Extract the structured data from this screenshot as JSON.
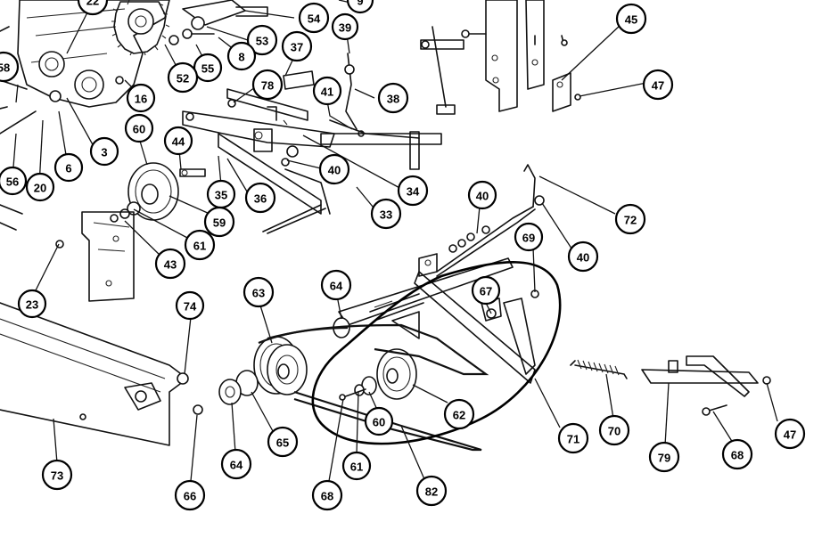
{
  "diagram": {
    "callouts": [
      {
        "id": "c22",
        "label": "22"
      },
      {
        "id": "c54",
        "label": "54"
      },
      {
        "id": "c9",
        "label": "9"
      },
      {
        "id": "c45",
        "label": "45"
      },
      {
        "id": "c58",
        "label": "58"
      },
      {
        "id": "c53",
        "label": "53"
      },
      {
        "id": "c37",
        "label": "37"
      },
      {
        "id": "c39",
        "label": "39"
      },
      {
        "id": "c8",
        "label": "8"
      },
      {
        "id": "c55",
        "label": "55"
      },
      {
        "id": "c52",
        "label": "52"
      },
      {
        "id": "c16",
        "label": "16"
      },
      {
        "id": "c78",
        "label": "78"
      },
      {
        "id": "c41",
        "label": "41"
      },
      {
        "id": "c38",
        "label": "38"
      },
      {
        "id": "c47a",
        "label": "47"
      },
      {
        "id": "c60a",
        "label": "60"
      },
      {
        "id": "c3",
        "label": "3"
      },
      {
        "id": "c44",
        "label": "44"
      },
      {
        "id": "c56",
        "label": "56"
      },
      {
        "id": "c20",
        "label": "20"
      },
      {
        "id": "c6",
        "label": "6"
      },
      {
        "id": "c40a",
        "label": "40"
      },
      {
        "id": "c34",
        "label": "34"
      },
      {
        "id": "c35",
        "label": "35"
      },
      {
        "id": "c36",
        "label": "36"
      },
      {
        "id": "c33",
        "label": "33"
      },
      {
        "id": "c59",
        "label": "59"
      },
      {
        "id": "c40b",
        "label": "40"
      },
      {
        "id": "c72",
        "label": "72"
      },
      {
        "id": "c61a",
        "label": "61"
      },
      {
        "id": "c43",
        "label": "43"
      },
      {
        "id": "c69",
        "label": "69"
      },
      {
        "id": "c40c",
        "label": "40"
      },
      {
        "id": "c23",
        "label": "23"
      },
      {
        "id": "c64a",
        "label": "64"
      },
      {
        "id": "c63",
        "label": "63"
      },
      {
        "id": "c67",
        "label": "67"
      },
      {
        "id": "c74",
        "label": "74"
      },
      {
        "id": "c62",
        "label": "62"
      },
      {
        "id": "c60b",
        "label": "60"
      },
      {
        "id": "c70",
        "label": "70"
      },
      {
        "id": "c71",
        "label": "71"
      },
      {
        "id": "c65",
        "label": "65"
      },
      {
        "id": "c64b",
        "label": "64"
      },
      {
        "id": "c61b",
        "label": "61"
      },
      {
        "id": "c47b",
        "label": "47"
      },
      {
        "id": "c68a",
        "label": "68"
      },
      {
        "id": "c79",
        "label": "79"
      },
      {
        "id": "c73",
        "label": "73"
      },
      {
        "id": "c66",
        "label": "66"
      },
      {
        "id": "c68b",
        "label": "68"
      },
      {
        "id": "c82",
        "label": "82"
      }
    ]
  }
}
